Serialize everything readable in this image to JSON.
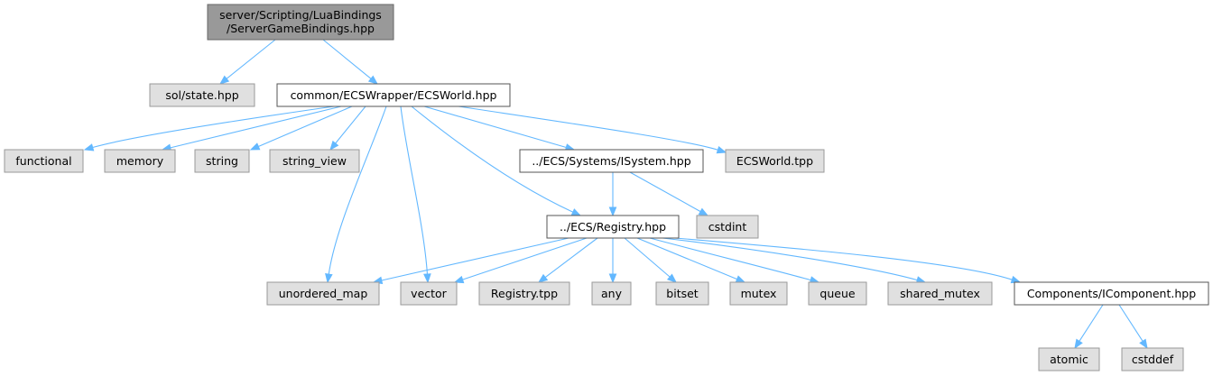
{
  "colors": {
    "root_fill": "#999999",
    "root_stroke": "#666666",
    "documented_fill": "#ffffff",
    "documented_stroke": "#555555",
    "external_fill": "#e0e0e0",
    "external_stroke": "#999999",
    "edge": "#63b8ff"
  },
  "nodes": [
    {
      "id": "root",
      "kind": "root",
      "lines": [
        "server/Scripting/LuaBindings",
        "/ServerGameBindings.hpp"
      ]
    },
    {
      "id": "sol_state",
      "kind": "external",
      "lines": [
        "sol/state.hpp"
      ]
    },
    {
      "id": "ecsworld",
      "kind": "documented",
      "lines": [
        "common/ECSWrapper/ECSWorld.hpp"
      ]
    },
    {
      "id": "functional",
      "kind": "external",
      "lines": [
        "functional"
      ]
    },
    {
      "id": "memory",
      "kind": "external",
      "lines": [
        "memory"
      ]
    },
    {
      "id": "string",
      "kind": "external",
      "lines": [
        "string"
      ]
    },
    {
      "id": "string_view",
      "kind": "external",
      "lines": [
        "string_view"
      ]
    },
    {
      "id": "isystem",
      "kind": "documented",
      "lines": [
        "../ECS/Systems/ISystem.hpp"
      ]
    },
    {
      "id": "ecsworld_tpp",
      "kind": "external",
      "lines": [
        "ECSWorld.tpp"
      ]
    },
    {
      "id": "registry",
      "kind": "documented",
      "lines": [
        "../ECS/Registry.hpp"
      ]
    },
    {
      "id": "cstdint",
      "kind": "external",
      "lines": [
        "cstdint"
      ]
    },
    {
      "id": "unordered_map",
      "kind": "external",
      "lines": [
        "unordered_map"
      ]
    },
    {
      "id": "vector",
      "kind": "external",
      "lines": [
        "vector"
      ]
    },
    {
      "id": "registry_tpp",
      "kind": "external",
      "lines": [
        "Registry.tpp"
      ]
    },
    {
      "id": "any",
      "kind": "external",
      "lines": [
        "any"
      ]
    },
    {
      "id": "bitset",
      "kind": "external",
      "lines": [
        "bitset"
      ]
    },
    {
      "id": "mutex",
      "kind": "external",
      "lines": [
        "mutex"
      ]
    },
    {
      "id": "queue",
      "kind": "external",
      "lines": [
        "queue"
      ]
    },
    {
      "id": "shared_mutex",
      "kind": "external",
      "lines": [
        "shared_mutex"
      ]
    },
    {
      "id": "icomponent",
      "kind": "documented",
      "lines": [
        "Components/IComponent.hpp"
      ]
    },
    {
      "id": "atomic",
      "kind": "external",
      "lines": [
        "atomic"
      ]
    },
    {
      "id": "cstddef",
      "kind": "external",
      "lines": [
        "cstddef"
      ]
    }
  ],
  "edges": [
    {
      "from": "root",
      "to": "sol_state"
    },
    {
      "from": "root",
      "to": "ecsworld"
    },
    {
      "from": "ecsworld",
      "to": "functional"
    },
    {
      "from": "ecsworld",
      "to": "memory"
    },
    {
      "from": "ecsworld",
      "to": "string"
    },
    {
      "from": "ecsworld",
      "to": "string_view"
    },
    {
      "from": "ecsworld",
      "to": "unordered_map"
    },
    {
      "from": "ecsworld",
      "to": "vector"
    },
    {
      "from": "ecsworld",
      "to": "registry"
    },
    {
      "from": "ecsworld",
      "to": "isystem"
    },
    {
      "from": "ecsworld",
      "to": "ecsworld_tpp"
    },
    {
      "from": "isystem",
      "to": "registry"
    },
    {
      "from": "isystem",
      "to": "cstdint"
    },
    {
      "from": "registry",
      "to": "unordered_map"
    },
    {
      "from": "registry",
      "to": "vector"
    },
    {
      "from": "registry",
      "to": "registry_tpp"
    },
    {
      "from": "registry",
      "to": "any"
    },
    {
      "from": "registry",
      "to": "bitset"
    },
    {
      "from": "registry",
      "to": "mutex"
    },
    {
      "from": "registry",
      "to": "queue"
    },
    {
      "from": "registry",
      "to": "shared_mutex"
    },
    {
      "from": "registry",
      "to": "icomponent"
    },
    {
      "from": "icomponent",
      "to": "atomic"
    },
    {
      "from": "icomponent",
      "to": "cstddef"
    }
  ]
}
